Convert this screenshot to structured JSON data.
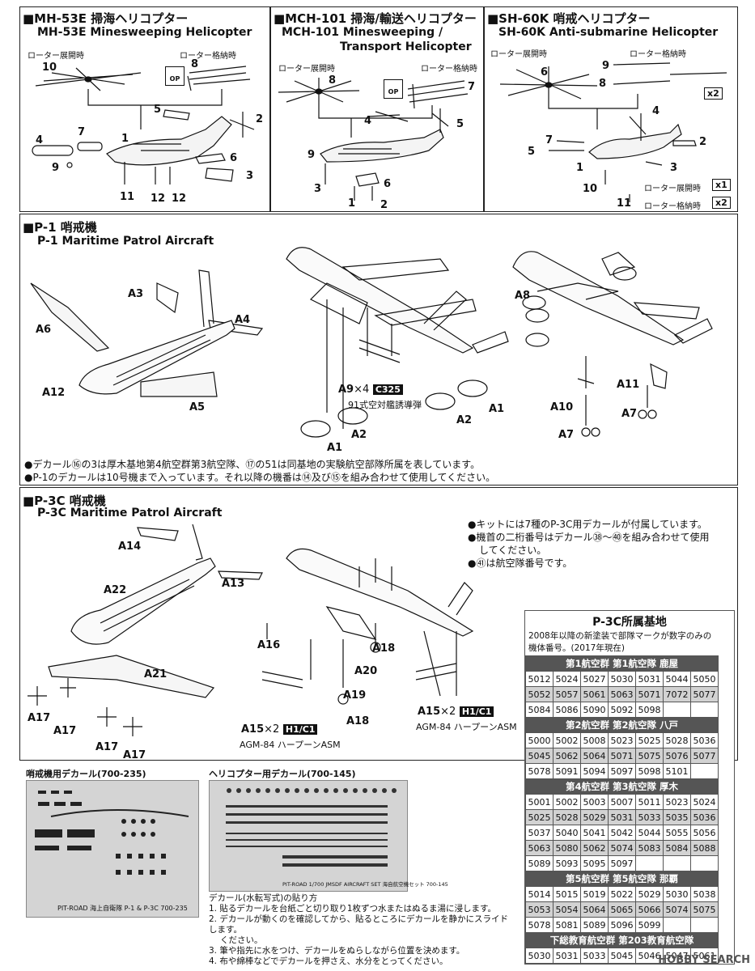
{
  "helicopters": {
    "mh53e": {
      "title_jp": "■MH-53E 掃海ヘリコプター",
      "title_en": "MH-53E Minesweeping Helicopter",
      "rotor_deployed": "ローター展開時",
      "rotor_stowed": "ローター格納時",
      "op_label": "OP",
      "parts": [
        "10",
        "8",
        "5",
        "2",
        "4",
        "7",
        "1",
        "6",
        "9",
        "3",
        "11",
        "12",
        "12"
      ]
    },
    "mch101": {
      "title_jp": "■MCH-101 掃海/輸送ヘリコプター",
      "title_en_1": "MCH-101 Minesweeping /",
      "title_en_2": "Transport Helicopter",
      "rotor_deployed": "ローター展開時",
      "rotor_stowed": "ローター格納時",
      "op_label": "OP",
      "parts": [
        "8",
        "7",
        "4",
        "5",
        "9",
        "6",
        "3",
        "1",
        "2"
      ]
    },
    "sh60k": {
      "title_jp": "■SH-60K 哨戒ヘリコプター",
      "title_en": "SH-60K Anti-submarine Helicopter",
      "rotor_deployed": "ローター展開時",
      "rotor_stowed": "ローター格納時",
      "x2": "x2",
      "parts": [
        "6",
        "9",
        "8",
        "4",
        "7",
        "5",
        "1",
        "2",
        "3",
        "10",
        "11"
      ],
      "legend_1": "ローター展開時",
      "legend_1_count": "x1",
      "legend_2": "ローター格納時",
      "legend_2_count": "x2"
    }
  },
  "p1": {
    "title_jp": "■P-1 哨戒機",
    "title_en": "P-1 Maritime Patrol Aircraft",
    "parts": [
      "A3",
      "A4",
      "A6",
      "A12",
      "A5",
      "A8",
      "A9",
      "A2",
      "A1",
      "A2",
      "A1",
      "A10",
      "A11",
      "A7",
      "A7"
    ],
    "a9_qty": "×4",
    "a9_decal": "C325",
    "missile_note": "91式空対艦誘導弾",
    "note_1": "●デカール⑯の3は厚木基地第4航空群第3航空隊、⑰の51は同基地の実験航空部隊所属を表しています。",
    "note_2": "●P-1のデカールは10号機まで入っています。それ以降の機番は⑭及び⑮を組み合わせて使用してください。"
  },
  "p3c": {
    "title_jp": "■P-3C 哨戒機",
    "title_en": "P-3C Maritime Patrol Aircraft",
    "parts": [
      "A14",
      "A13",
      "A22",
      "A21",
      "A17",
      "A17",
      "A17",
      "A17",
      "A16",
      "A18",
      "A20",
      "A19",
      "A18"
    ],
    "a15_label": "A15",
    "a15_qty": "×2",
    "a15_decal": "H1/C1",
    "asm_label": "AGM-84 ハープーンASM",
    "a15_label_b": "A15",
    "a15_qty_b": "×2",
    "a15_decal_b": "H1/C1",
    "asm_label_b": "AGM-84 ハープーンASM",
    "note_1": "●キットには7種のP-3C用デカールが付属しています。",
    "note_2": "●機首の二桁番号はデカール㊳〜㊵を組み合わせて使用",
    "note_2b": "してください。",
    "note_3": "●㊶は航空隊番号です。"
  },
  "bases": {
    "title": "P-3C所属基地",
    "sub_1": "2008年以降の新塗装で部隊マークが数字のみの",
    "sub_2": "機体番号。(2017年現在)",
    "groups": [
      {
        "name": "第1航空群 第1航空隊 鹿屋",
        "rows": [
          [
            "5012",
            "5024",
            "5027",
            "5030",
            "5031",
            "5044",
            "5050"
          ],
          [
            "5052",
            "5057",
            "5061",
            "5063",
            "5071",
            "7072",
            "5077"
          ],
          [
            "5084",
            "5086",
            "5090",
            "5092",
            "5098",
            "",
            ""
          ]
        ]
      },
      {
        "name": "第2航空群 第2航空隊 八戸",
        "rows": [
          [
            "5000",
            "5002",
            "5008",
            "5023",
            "5025",
            "5028",
            "5036"
          ],
          [
            "5045",
            "5062",
            "5064",
            "5071",
            "5075",
            "5076",
            "5077"
          ],
          [
            "5078",
            "5091",
            "5094",
            "5097",
            "5098",
            "5101",
            ""
          ]
        ]
      },
      {
        "name": "第4航空群 第3航空隊 厚木",
        "rows": [
          [
            "5001",
            "5002",
            "5003",
            "5007",
            "5011",
            "5023",
            "5024"
          ],
          [
            "5025",
            "5028",
            "5029",
            "5031",
            "5033",
            "5035",
            "5036"
          ],
          [
            "5037",
            "5040",
            "5041",
            "5042",
            "5044",
            "5055",
            "5056"
          ],
          [
            "5063",
            "5080",
            "5062",
            "5074",
            "5083",
            "5084",
            "5088"
          ],
          [
            "5089",
            "5093",
            "5095",
            "5097",
            "",
            "",
            ""
          ]
        ]
      },
      {
        "name": "第5航空群 第5航空隊 那覇",
        "rows": [
          [
            "5014",
            "5015",
            "5019",
            "5022",
            "5029",
            "5030",
            "5038"
          ],
          [
            "5053",
            "5054",
            "5064",
            "5065",
            "5066",
            "5074",
            "5075"
          ],
          [
            "5078",
            "5081",
            "5089",
            "5096",
            "5099",
            "",
            ""
          ]
        ]
      },
      {
        "name": "下総教育航空群 第203教育航空隊",
        "rows": [
          [
            "5030",
            "5031",
            "5033",
            "5045",
            "5046",
            "5047",
            "5061"
          ]
        ]
      }
    ]
  },
  "decals": {
    "patrol_title": "哨戒機用デカール(700-235)",
    "patrol_caption": "PIT-ROAD 海上自衛隊 P-1 & P-3C 700-235",
    "heli_title": "ヘリコプター用デカール(700-145)",
    "heli_caption": "PIT-ROAD 1/700 JMSDF AIRCRAFT SET 海自航空機セット 700-145",
    "instr_title": "デカール(水転写式)の貼り方",
    "instr_1": "1. 貼るデカールを台紙ごと切り取り1枚ずつ水またはぬるま湯に浸します。",
    "instr_2": "2. デカールが動くのを確認してから、貼るところにデカールを静かにスライドします。",
    "instr_2b": "ください。",
    "instr_3": "3. 筆や指先に水をつけ、デカールをぬらしながら位置を決めます。",
    "instr_4": "4. 布や綿棒などでデカールを押さえ、水分をとってください。"
  },
  "watermark": "HOBBY SEARCH"
}
